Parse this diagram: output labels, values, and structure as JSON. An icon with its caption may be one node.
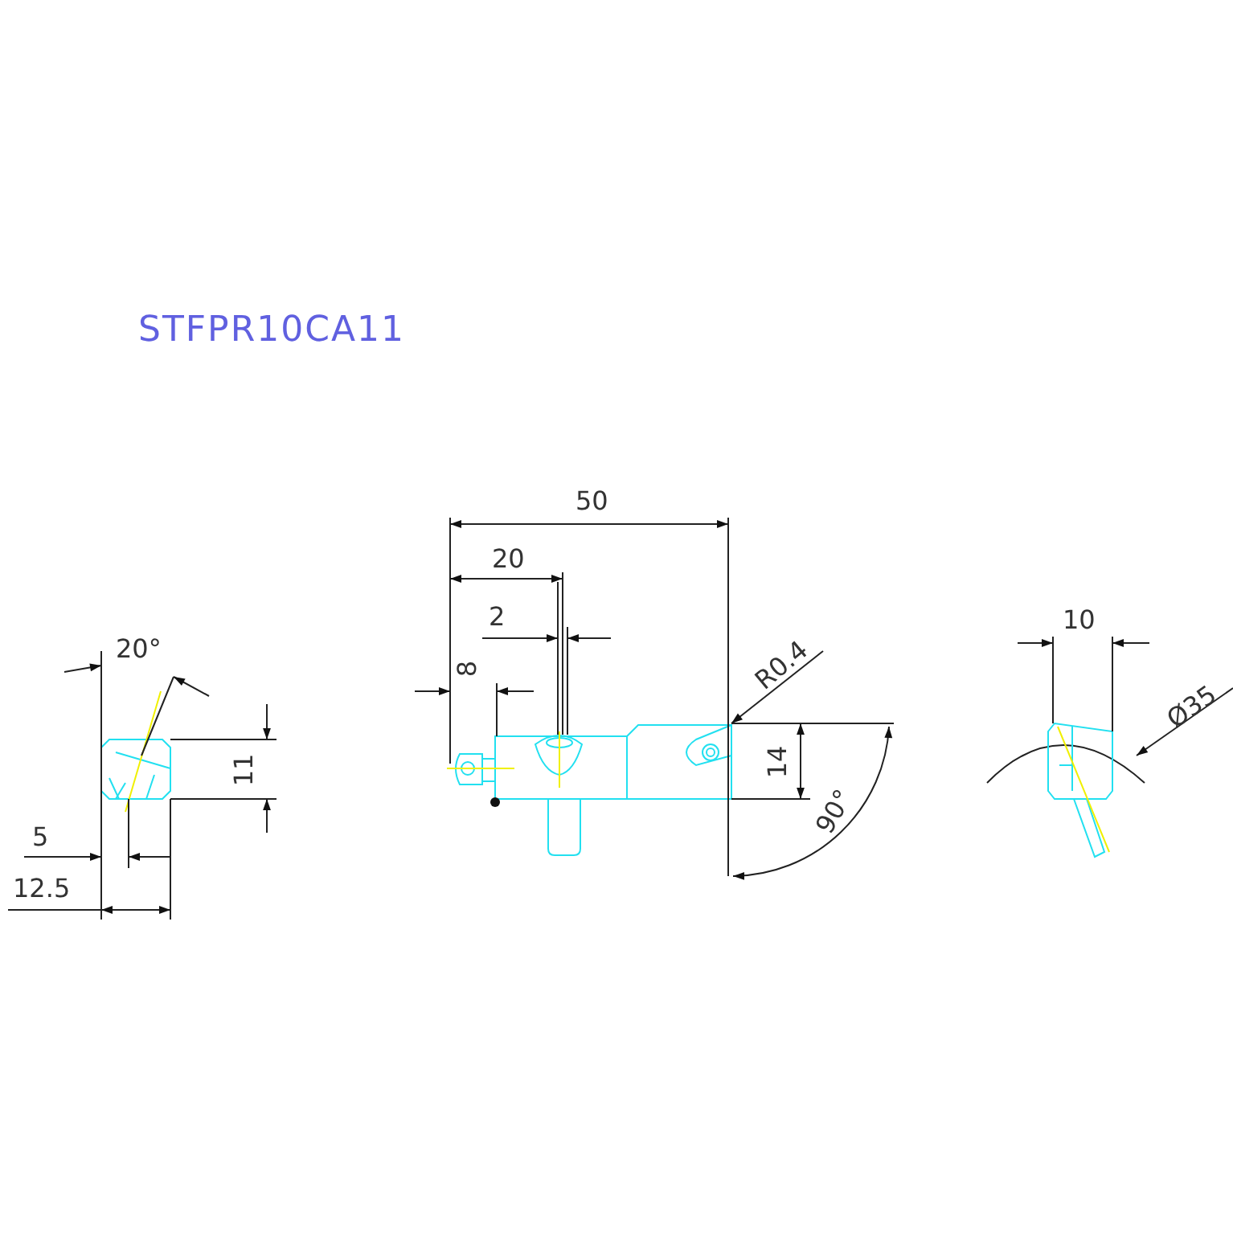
{
  "diagram": {
    "title": "STFPR10CA11",
    "labels": [
      "20°",
      "11",
      "5",
      "12.5",
      "50",
      "20",
      "2",
      "8",
      "R0.4",
      "14",
      "90°",
      "10",
      "Ø35"
    ]
  }
}
